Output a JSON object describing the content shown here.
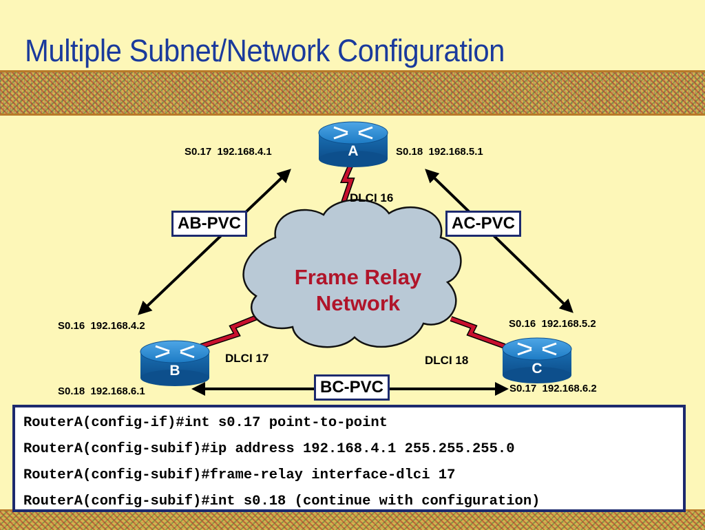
{
  "slide": {
    "title": "Multiple Subnet/Network Configuration"
  },
  "network": {
    "cloud": {
      "line1": "Frame Relay",
      "line2": "Network",
      "color": "#b0152a"
    },
    "routers": {
      "a": {
        "letter": "A"
      },
      "b": {
        "letter": "B"
      },
      "c": {
        "letter": "C"
      }
    },
    "interfaces": {
      "a_s017": "S0.17  192.168.4.1",
      "a_s018": "S0.18  192.168.5.1",
      "b_s016": "S0.16  192.168.4.2",
      "b_s018": "S0.18  192.168.6.1",
      "c_s016": "S0.16  192.168.5.2",
      "c_s017": "S0.17  192.168.6.2"
    },
    "dlci": {
      "a": "DLCI 16",
      "b": "DLCI 17",
      "c": "DLCI 18"
    },
    "pvcs": {
      "ab": "AB-PVC",
      "ac": "AC-PVC",
      "bc": "BC-PVC"
    }
  },
  "config": {
    "lines": [
      "RouterA(config-if)#int s0.17 point-to-point",
      "RouterA(config-subif)#ip address 192.168.4.1 255.255.255.0",
      "RouterA(config-subif)#frame-relay interface-dlci 17",
      "RouterA(config-subif)#int s0.18 (continue with configuration)"
    ]
  },
  "colors": {
    "title": "#1a3a9c",
    "router": "#1d7bc4",
    "link": "#c8102e",
    "pvc_border": "#1c2a6e"
  },
  "icons": {
    "router": "router-icon",
    "cloud": "cloud-icon"
  }
}
